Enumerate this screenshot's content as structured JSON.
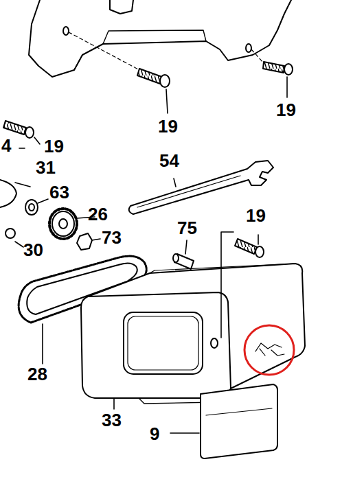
{
  "diagram": {
    "labels": [
      "19",
      "19",
      "4",
      "19",
      "31",
      "54",
      "63",
      "19",
      "26",
      "73",
      "75",
      "30",
      "28",
      "33",
      "9"
    ]
  }
}
